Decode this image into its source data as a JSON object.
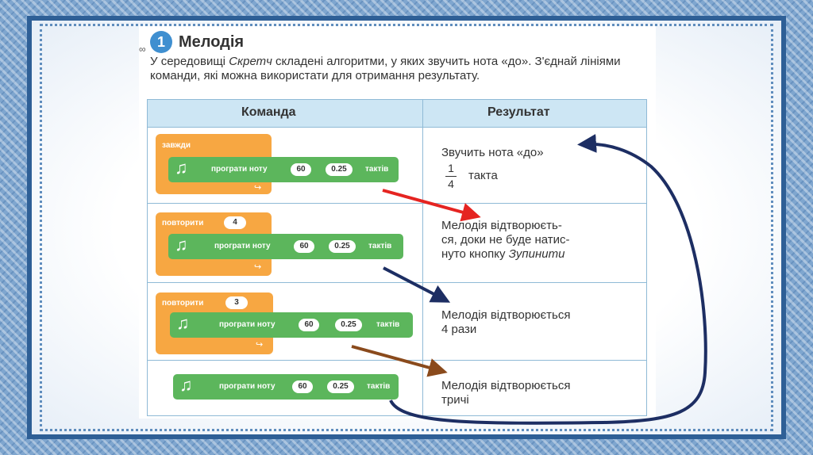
{
  "header": {
    "number": "1",
    "title": "Мелодія"
  },
  "intro": {
    "part1": "У середовищі ",
    "italic": "Скретч",
    "part2": " складені алгоритми, у яких звучить нота «до». З'єднай лініями команди, які можна використати для отримання результату."
  },
  "table": {
    "headers": [
      "Команда",
      "Результат"
    ],
    "blocks": [
      {
        "loop_label": "завжди",
        "loop_count": "",
        "play_label": "програти ноту",
        "note": "60",
        "beats": "0.25",
        "unit": "тактів"
      },
      {
        "loop_label": "повторити",
        "loop_count": "4",
        "play_label": "програти ноту",
        "note": "60",
        "beats": "0.25",
        "unit": "тактів"
      },
      {
        "loop_label": "повторити",
        "loop_count": "3",
        "play_label": "програти ноту",
        "note": "60",
        "beats": "0.25",
        "unit": "тактів"
      },
      {
        "loop_label": "",
        "loop_count": "",
        "play_label": "програти ноту",
        "note": "60",
        "beats": "0.25",
        "unit": "тактів"
      }
    ],
    "results": [
      {
        "line1": "Звучить нота «до»",
        "frac_num": "1",
        "frac_den": "4",
        "after_frac": "такта"
      },
      {
        "line1": "Мелодія відтворюєть-",
        "line2": "ся, доки не буде натис-",
        "line3_plain": "нуто кнопку ",
        "line3_italic": "Зупинити"
      },
      {
        "line1": "Мелодія відтворюється",
        "line2": "4 рази"
      },
      {
        "line1": "Мелодія відтворюється",
        "line2": "тричі"
      }
    ]
  },
  "colors": {
    "arrow_red": "#e52421",
    "arrow_navy": "#1d2e63",
    "arrow_brown": "#8a4a1c",
    "loop_orange": "#f7a742",
    "block_green": "#5cb65c",
    "header_blue": "#cde6f4"
  },
  "icons": {
    "note": "music-note-icon",
    "loop": "loop-arrow-icon"
  }
}
